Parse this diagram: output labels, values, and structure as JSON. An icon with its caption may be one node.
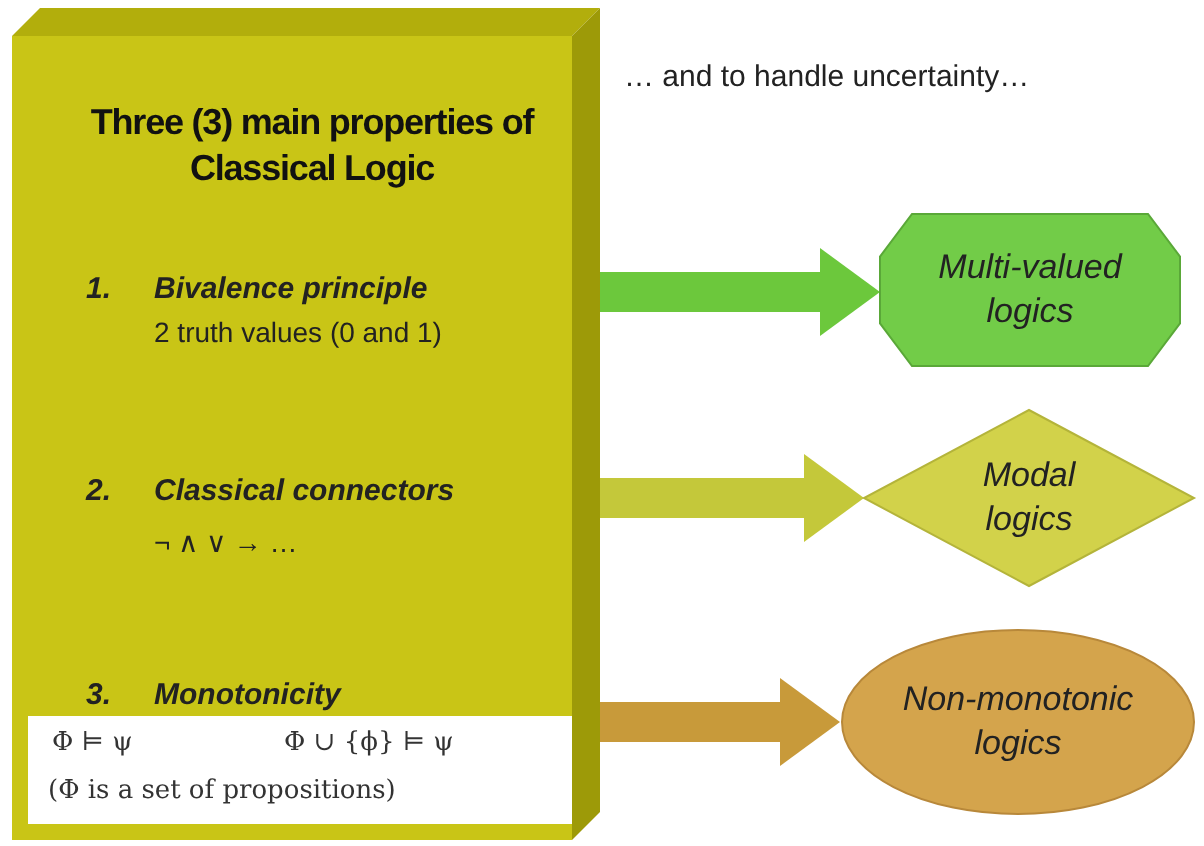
{
  "diagram": {
    "nodes": [
      {
        "text": [
          "Three (3) main properties of Classical Logic",
          "1.",
          "Bivalence principle",
          "2 truth values (0 and 1)",
          "2.",
          "Classical connectors",
          "¬ ∧ ∨ → …",
          "3.",
          "Monotonicity"
        ]
      },
      {
        "text": [
          "Φ ⊨ ψ",
          "Φ ∪ {ϕ} ⊨ ψ",
          "(Φ is a set of propositions)"
        ],
        "in": 0
      },
      {
        "text": [
          "Multi-valued logics"
        ]
      },
      {
        "text": [
          "Modal logics"
        ]
      },
      {
        "text": [
          "Non-monotonic logics"
        ]
      }
    ],
    "edges": [
      {
        "from": 0,
        "to": 2,
        "arrow": "to",
        "color": "#6cc83c"
      },
      {
        "from": 0,
        "to": 3,
        "arrow": "to",
        "color": "#c4c83a"
      },
      {
        "from": 0,
        "to": 4,
        "arrow": "to",
        "color": "#c89a3a"
      }
    ],
    "labels": [
      "… and to handle uncertainty…"
    ]
  }
}
